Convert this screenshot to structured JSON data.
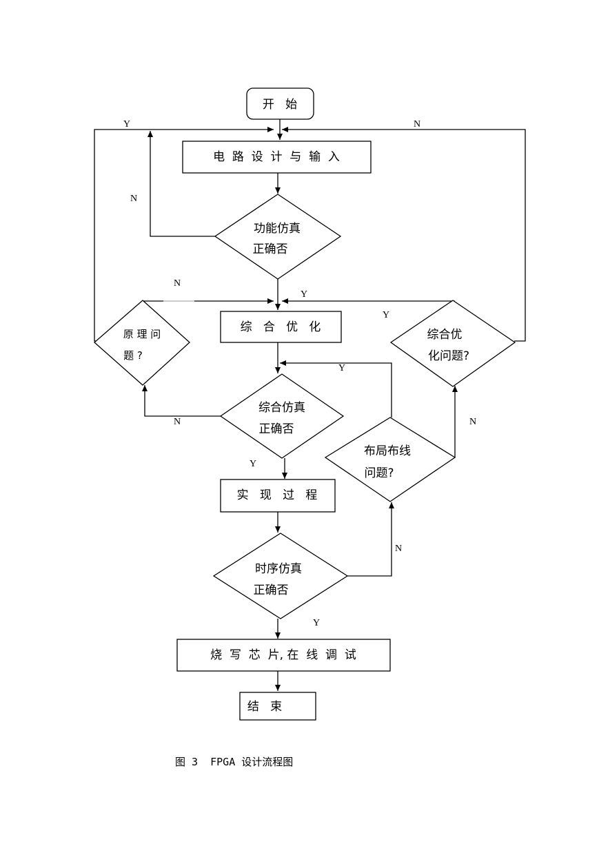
{
  "nodes": {
    "start": "开   始",
    "design_input": "电  路  设  计  与  输  入",
    "func_sim": [
      "功能仿真",
      "正确否"
    ],
    "principle": [
      "原 理 问",
      "题 ?"
    ],
    "synthesis": "综   合   优   化",
    "synth_opt_problem": [
      "综合优",
      "化问题?"
    ],
    "synth_sim": [
      "综合仿真",
      "正确否"
    ],
    "implementation": "实   现   过   程",
    "place_route": [
      "布局布线",
      "问题?"
    ],
    "timing_sim": [
      "时序仿真",
      "正确否"
    ],
    "program": "烧  写  芯  片, 在  线  调  试",
    "end": "结   束"
  },
  "edge_labels": {
    "top_left_y": "Y",
    "top_right_n": "N",
    "func_n": "N",
    "principle_n": "N",
    "synth_y": "Y",
    "opt_problem_y": "Y",
    "place_route_y": "Y",
    "synth_sim_n": "N",
    "opt_problem_n": "N",
    "synth_sim_y": "Y",
    "timing_n": "N",
    "timing_y": "Y"
  },
  "caption": "图 3  FPGA 设计流程图"
}
